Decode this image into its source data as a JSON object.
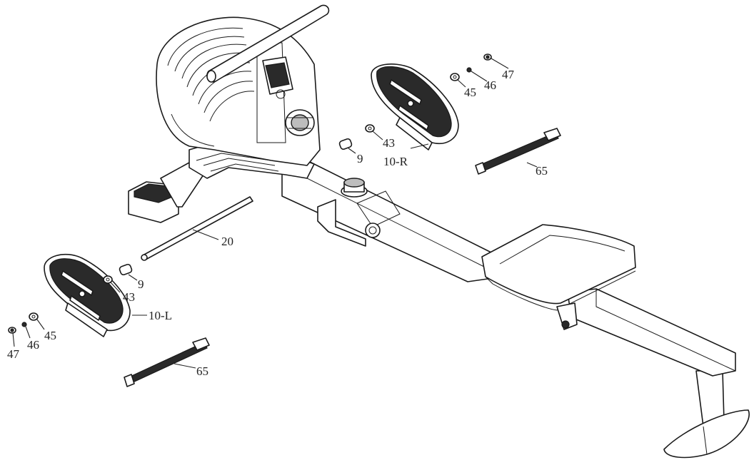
{
  "diagram": {
    "part_labels": {
      "bolt_right": "47",
      "washer_small_right": "46",
      "washer_right": "45",
      "washer_flat_right": "43",
      "sleeve_right": "9",
      "pedal_right": "10-R",
      "strap_right": "65",
      "axle": "20",
      "sleeve_left": "9",
      "washer_flat_left": "43",
      "pedal_left": "10-L",
      "washer_left": "45",
      "washer_small_left": "46",
      "bolt_left": "47",
      "strap_left": "65"
    },
    "colors": {
      "line": "#1a1a1a",
      "background": "#ffffff",
      "tread": "#2a2a2a"
    }
  }
}
